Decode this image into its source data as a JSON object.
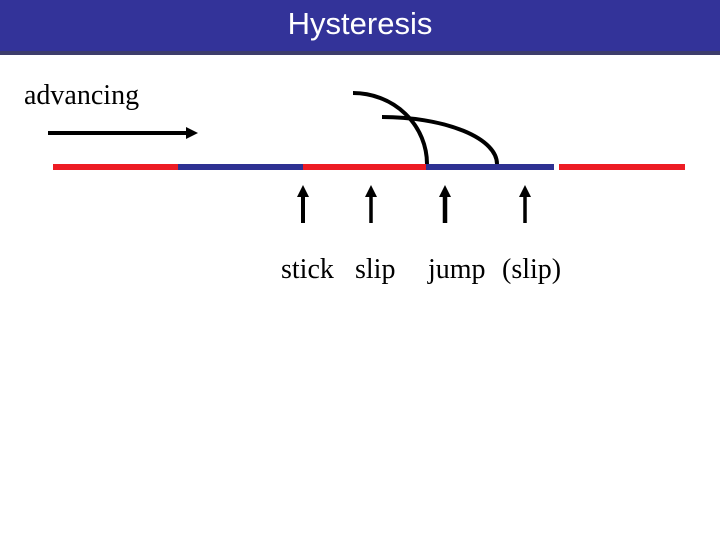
{
  "slide": {
    "title": "Hysteresis",
    "title_bar_color": "#333399",
    "title_bar_edge_color": "#3D3D6B",
    "title_text_color": "#FFFFFF"
  },
  "diagram": {
    "advancing_label": "advancing",
    "colors": {
      "red": "#ED1C24",
      "blue": "#2E3192",
      "ink": "#000000"
    },
    "surface_pattern": [
      "red",
      "blue",
      "red",
      "blue",
      "red"
    ],
    "event_labels": [
      "stick",
      "slip",
      "jump",
      "(slip)"
    ]
  }
}
